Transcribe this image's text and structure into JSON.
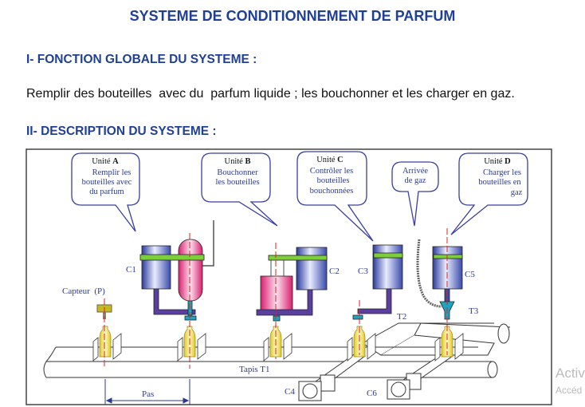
{
  "title": "SYSTEME DE CONDITIONNEMENT DE PARFUM",
  "section1": {
    "heading": "I- FONCTION GLOBALE DU SYSTEME :",
    "text": "Remplir des bouteilles  avec du  parfum liquide ; les bouchonner et les charger en gaz."
  },
  "section2": {
    "heading": "II- DESCRIPTION DU SYSTEME :"
  },
  "diagram": {
    "bubbles": {
      "a": {
        "unit": "Unité",
        "letter": "A",
        "lines": [
          "Remplir les",
          "bouteilles avec",
          "du parfum"
        ]
      },
      "b": {
        "unit": "Unité",
        "letter": "B",
        "lines": [
          "Bouchonner",
          "les bouteilles"
        ]
      },
      "c": {
        "unit": "Unité",
        "letter": "C",
        "lines": [
          "Contrôler les",
          "bouteilles",
          "bouchonnées"
        ]
      },
      "gas": {
        "lines": [
          "Arrivée",
          "de gaz"
        ]
      },
      "d": {
        "unit": "Unité",
        "letter": "D",
        "lines": [
          "Charger les",
          "bouteilles en",
          "gaz"
        ]
      }
    },
    "labels": {
      "c1": "C1",
      "c2": "C2",
      "c3": "C3",
      "c4": "C4",
      "c5": "C5",
      "c6": "C6",
      "t2": "T2",
      "t3": "T3",
      "capteur": "Capteur  (P)",
      "tapis": "Tapis T1",
      "pas": "Pas"
    },
    "colors": {
      "cylinder": "#4a5fc0",
      "green_bar": "#7ccf3a",
      "pink": "#e8458f",
      "arm": "#5a3fa0",
      "nozzle": "#1fa3c0",
      "bottle": "#f2e04a",
      "axis": "#e02020",
      "text_blue": "#2b3a8f"
    }
  },
  "watermark": {
    "line1": "Activ",
    "line2": "Accéd"
  }
}
